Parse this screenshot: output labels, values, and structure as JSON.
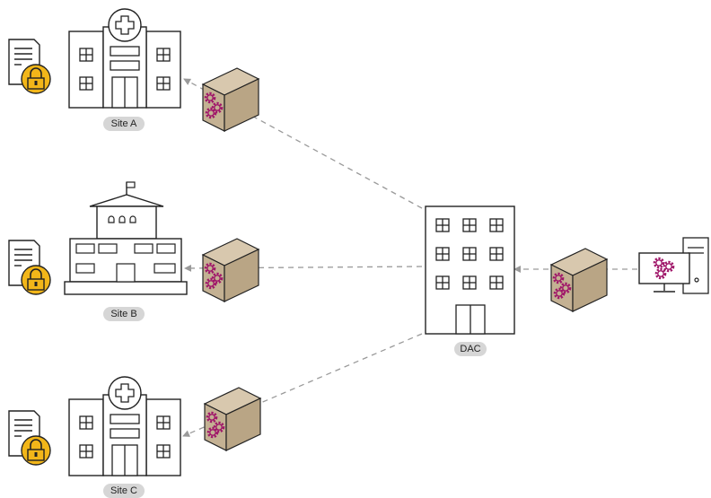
{
  "nodes": {
    "site_a": {
      "label": "Site A"
    },
    "site_b": {
      "label": "Site B"
    },
    "site_c": {
      "label": "Site C"
    },
    "dac": {
      "label": "DAC"
    }
  },
  "colors": {
    "line": "#9a9a9a",
    "package": "#c8b59a",
    "gear": "#a0186a",
    "lock": "#f2b619",
    "label_bg": "#d6d6d6"
  }
}
